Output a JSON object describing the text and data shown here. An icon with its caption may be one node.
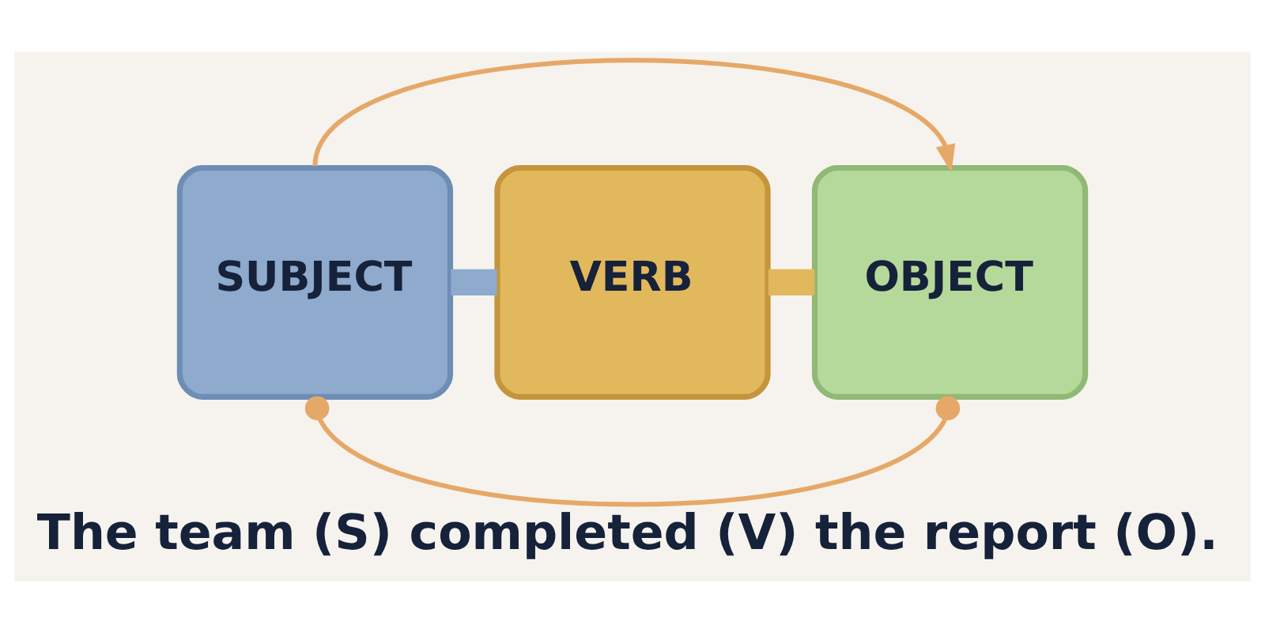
{
  "diagram": {
    "caption": "The team (S) completed (V) the report (O).",
    "nodes": [
      {
        "text": [
          "SUBJECT"
        ]
      },
      {
        "text": [
          "VERB"
        ]
      },
      {
        "text": [
          "OBJECT"
        ]
      }
    ],
    "edges": [
      {
        "from": 0,
        "to": 1,
        "arrow": "none",
        "style": "thick",
        "color": "#8eaacd"
      },
      {
        "from": 1,
        "to": 2,
        "arrow": "none",
        "style": "thick",
        "color": "#e2b85c"
      },
      {
        "from": 0,
        "to": 2,
        "arrow": "to",
        "color": "#e6a868"
      },
      {
        "from": 0,
        "to": 2,
        "arrow": "other",
        "color": "#e6a868"
      }
    ]
  }
}
